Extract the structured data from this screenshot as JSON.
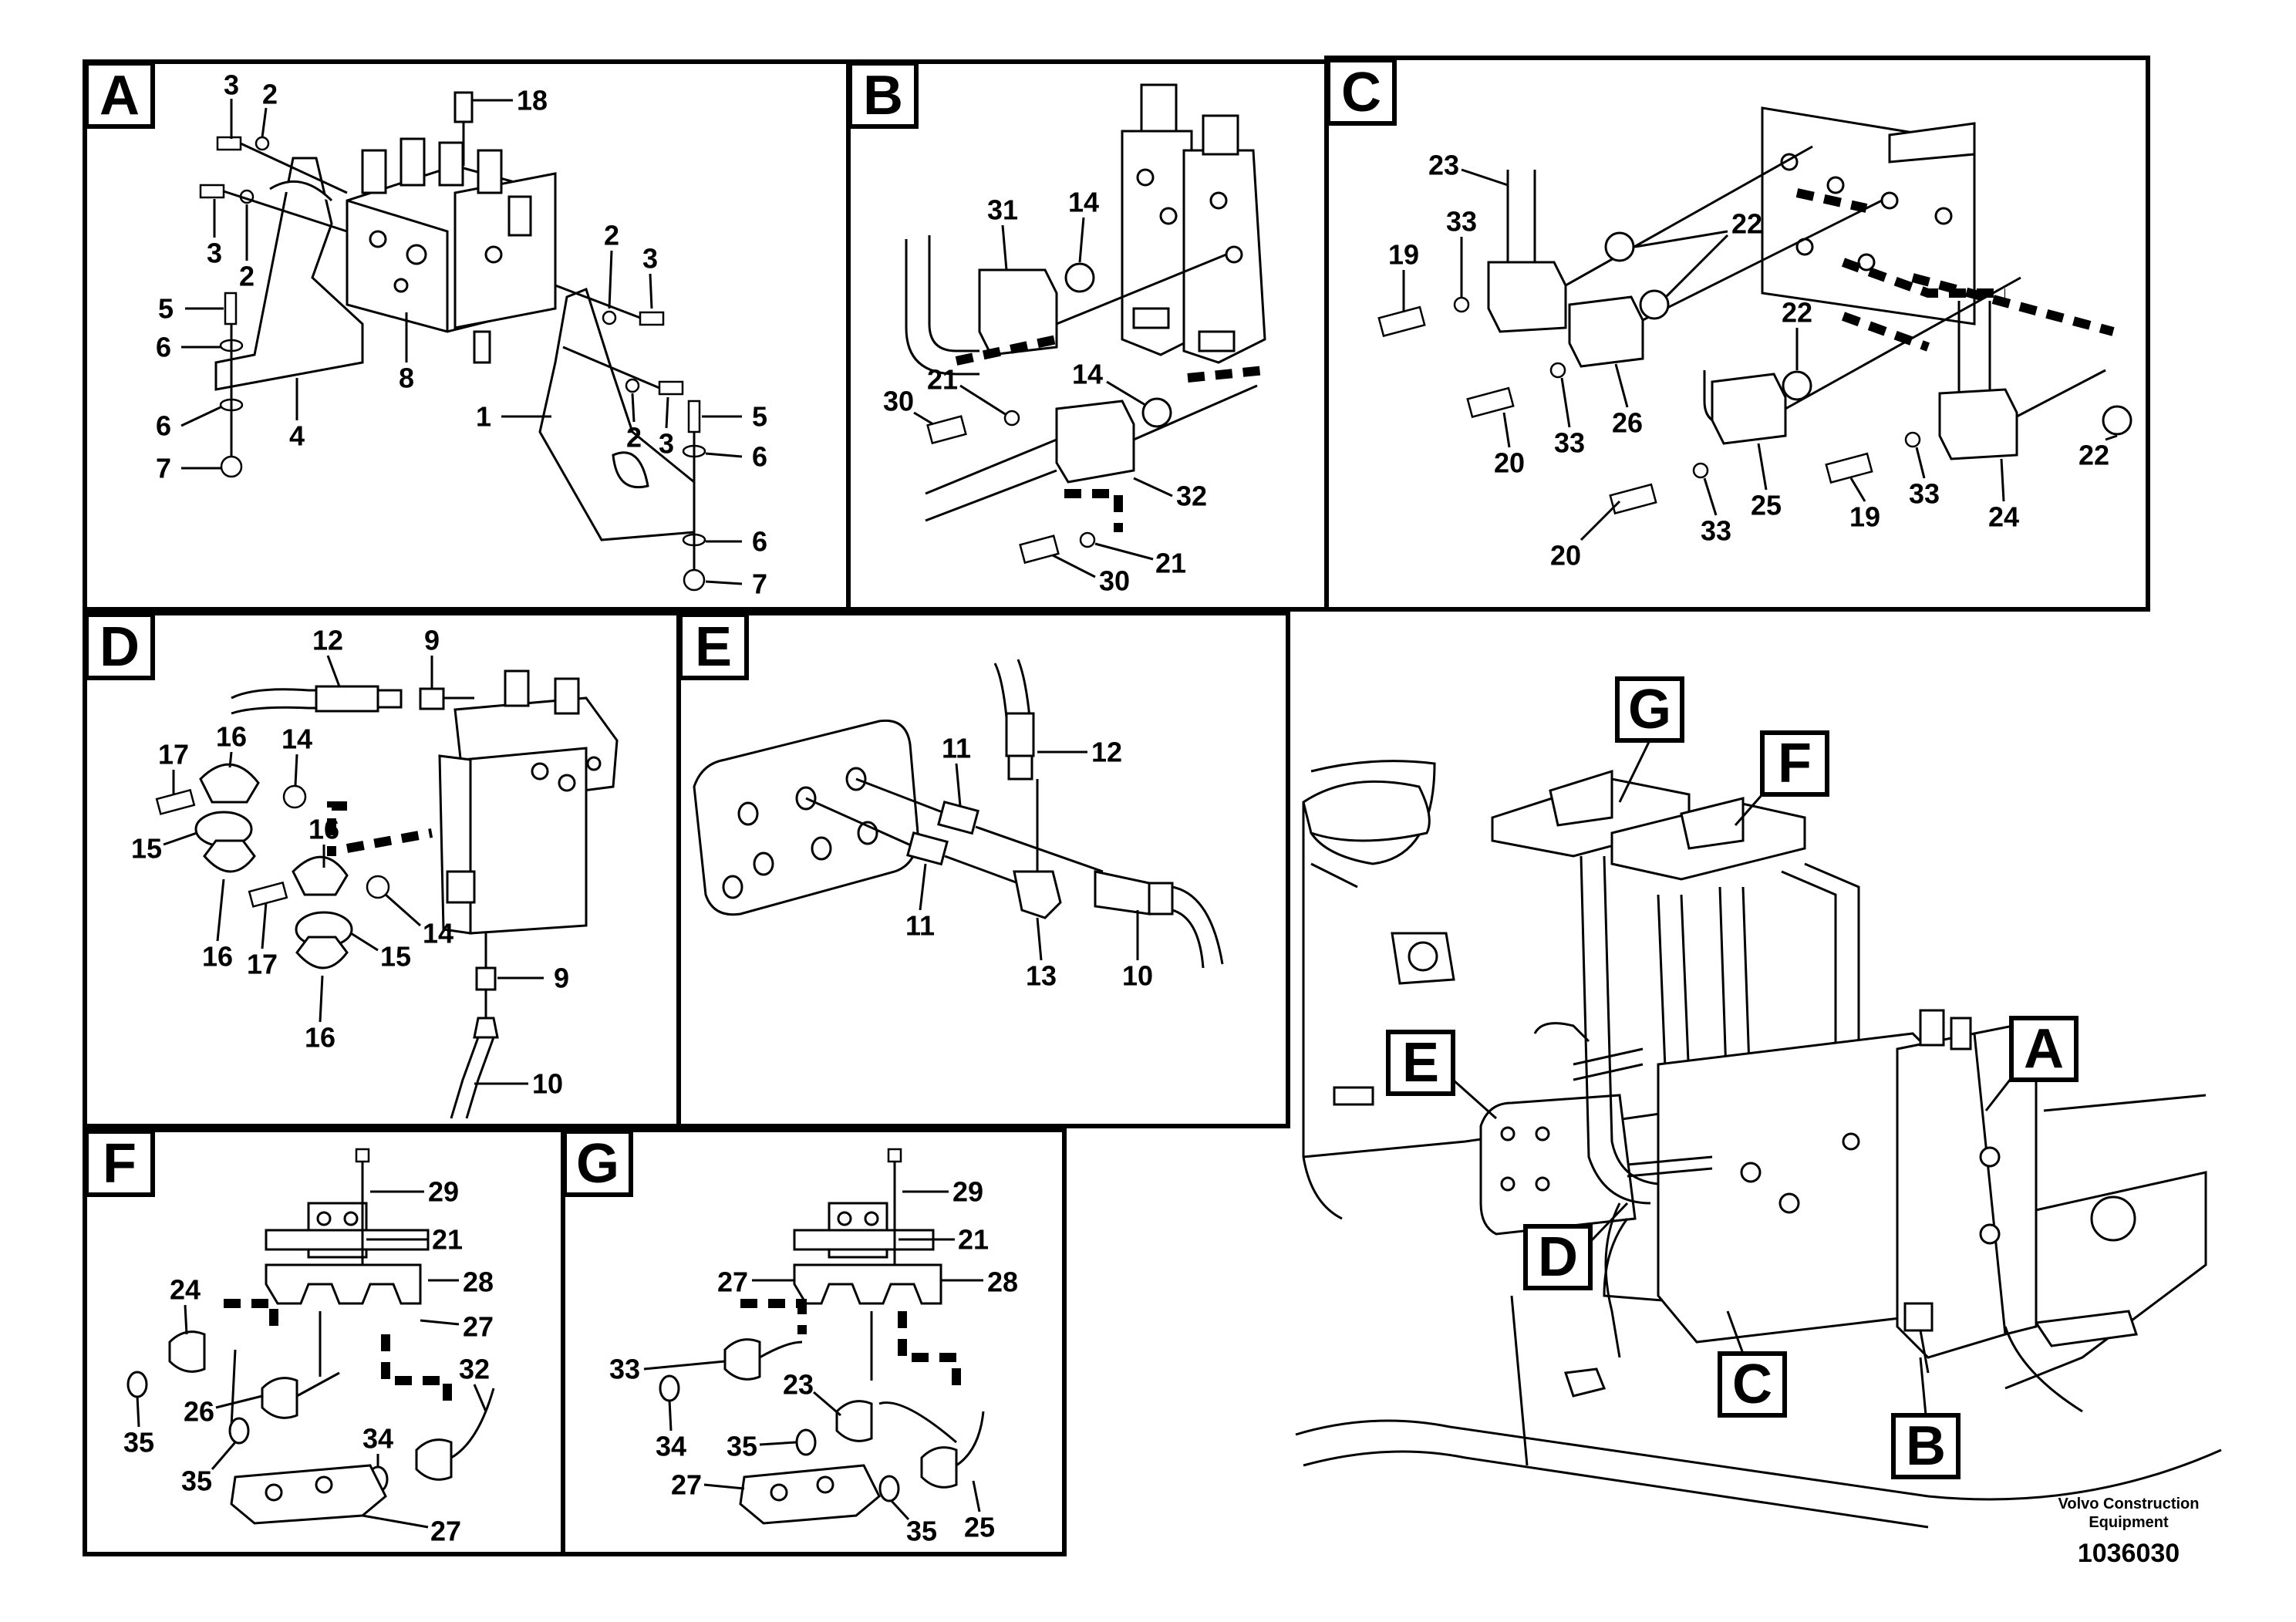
{
  "panels": [
    {
      "id": "A",
      "callouts": [
        "3",
        "2",
        "18",
        "3",
        "2",
        "2",
        "3",
        "5",
        "6",
        "8",
        "6",
        "4",
        "1",
        "2",
        "3",
        "5",
        "6",
        "7",
        "6",
        "7"
      ]
    },
    {
      "id": "B",
      "callouts": [
        "31",
        "14",
        "21",
        "14",
        "30",
        "32",
        "21",
        "30"
      ]
    },
    {
      "id": "C",
      "callouts": [
        "23",
        "33",
        "22",
        "19",
        "22",
        "20",
        "33",
        "26",
        "25",
        "19",
        "33",
        "24",
        "22",
        "20",
        "33"
      ]
    },
    {
      "id": "D",
      "callouts": [
        "12",
        "9",
        "17",
        "16",
        "14",
        "16",
        "15",
        "16",
        "17",
        "14",
        "15",
        "9",
        "16",
        "10"
      ]
    },
    {
      "id": "E",
      "callouts": [
        "12",
        "11",
        "11",
        "13",
        "10"
      ]
    },
    {
      "id": "F",
      "callouts": [
        "29",
        "21",
        "28",
        "27",
        "24",
        "26",
        "32",
        "35",
        "35",
        "34",
        "27"
      ]
    },
    {
      "id": "G",
      "callouts": [
        "29",
        "21",
        "27",
        "28",
        "33",
        "23",
        "34",
        "35",
        "27",
        "35",
        "25"
      ]
    }
  ],
  "overview": {
    "tags": [
      "G",
      "F",
      "E",
      "A",
      "D",
      "C",
      "B"
    ]
  },
  "credit": {
    "line1": "Volvo Construction",
    "line2": "Equipment"
  },
  "document_number": "1036030"
}
